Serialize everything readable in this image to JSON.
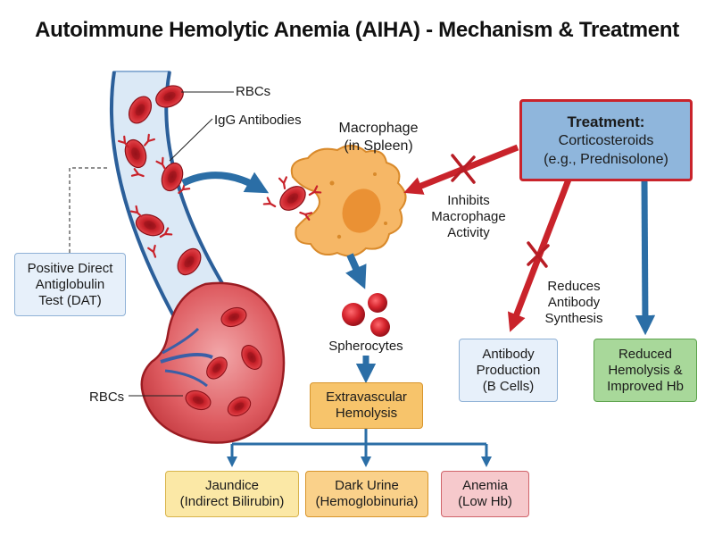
{
  "title": "Autoimmune Hemolytic Anemia (AIHA) - Mechanism & Treatment",
  "labels": {
    "rbcs_top": "RBCs",
    "igg": "IgG Antibodies",
    "macrophage": [
      "Macrophage",
      "(in Spleen)"
    ],
    "spherocytes": "Spherocytes",
    "rbcs_spleen": "RBCs",
    "inhibits": [
      "Inhibits",
      "Macrophage",
      "Activity"
    ],
    "reduces": [
      "Reduces",
      "Antibody",
      "Synthesis"
    ]
  },
  "boxes": {
    "treatment": {
      "title": "Treatment:",
      "lines": [
        "Corticosteroids",
        "(e.g., Prednisolone)"
      ]
    },
    "dat": [
      "Positive Direct",
      "Antiglobulin",
      "Test (DAT)"
    ],
    "extravascular": [
      "Extravascular",
      "Hemolysis"
    ],
    "antibody": [
      "Antibody",
      "Production",
      "(B Cells)"
    ],
    "reduced": [
      "Reduced",
      "Hemolysis &",
      "Improved Hb"
    ],
    "jaundice": [
      "Jaundice",
      "(Indirect Bilirubin)"
    ],
    "dark_urine": [
      "Dark Urine",
      "(Hemoglobinuria)"
    ],
    "anemia": [
      "Anemia",
      "(Low Hb)"
    ]
  },
  "colors": {
    "rbc": "#c9232b",
    "arrow_blue": "#2b6ea6",
    "arrow_red": "#c9232b",
    "macrophage": "#f6b766",
    "treatment_fill": "#8fb6dc",
    "treatment_border": "#c9232b",
    "vessel": "#dbe9f6",
    "spleen": "#cf4248"
  }
}
